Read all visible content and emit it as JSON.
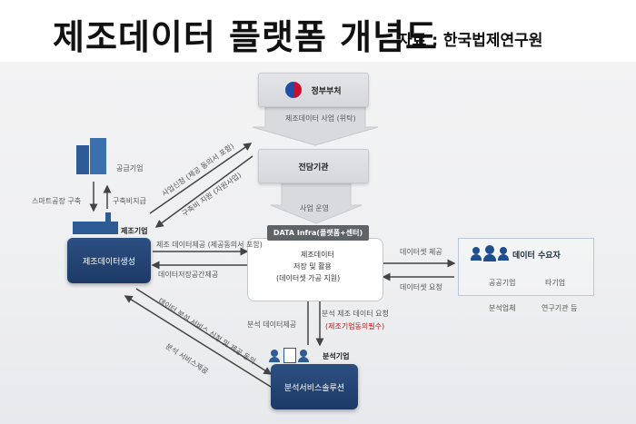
{
  "header": {
    "title": "제조데이터 플랫폼 개념도",
    "source": "자료 : 한국법제연구원"
  },
  "nodes": {
    "gov": "정부부처",
    "agency": "전담기관",
    "infra_header": "DATA Infra(플랫폼+센터)",
    "infra_lines": [
      "제조데이터",
      "저장 및 활용",
      "(데이터셋 가공 지원)"
    ],
    "manufacturer": "제조데이터생성",
    "manufacturer_tag": "제조기업",
    "supplier": "공급기업",
    "analysis_company": "분석기업",
    "analysis_solution": "분석서비스솔루션",
    "demand": "데이터 수요자",
    "demand_items": [
      "공공기업",
      "타기업",
      "분석업체",
      "연구기관 등"
    ]
  },
  "edges": {
    "gov_to_agency": "제조데이터 사업 (위탁)",
    "agency_to_infra": "사업 운영",
    "smart_factory": "스마트공장 구축",
    "construction_cost": "구축비지급",
    "biz_apply": "사업신청 (제공 동의서 포함)",
    "construction_support": "구축비 지원 (자원사업)",
    "mfg_provide": "제조 데이터제공 (제공동의서 포함)",
    "mfg_storage": "데이터저장공간제공",
    "analysis_apply": "데이터 분석 서비스 신청 및 제공 동의",
    "analysis_provide": "분석 서비스제공",
    "analysis_data_provide": "분석 데이터제공",
    "analysis_request": "분석 제조 데이터 요청",
    "analysis_request_note": "(제조기업동의필수)",
    "dataset_provide": "데이터셋 제공",
    "dataset_request": "데이터셋 요청"
  },
  "colors": {
    "navy": "#1d3a66",
    "arrow": "#444444",
    "note_red": "#d01010",
    "demand_blue": "#1f4e8c"
  }
}
